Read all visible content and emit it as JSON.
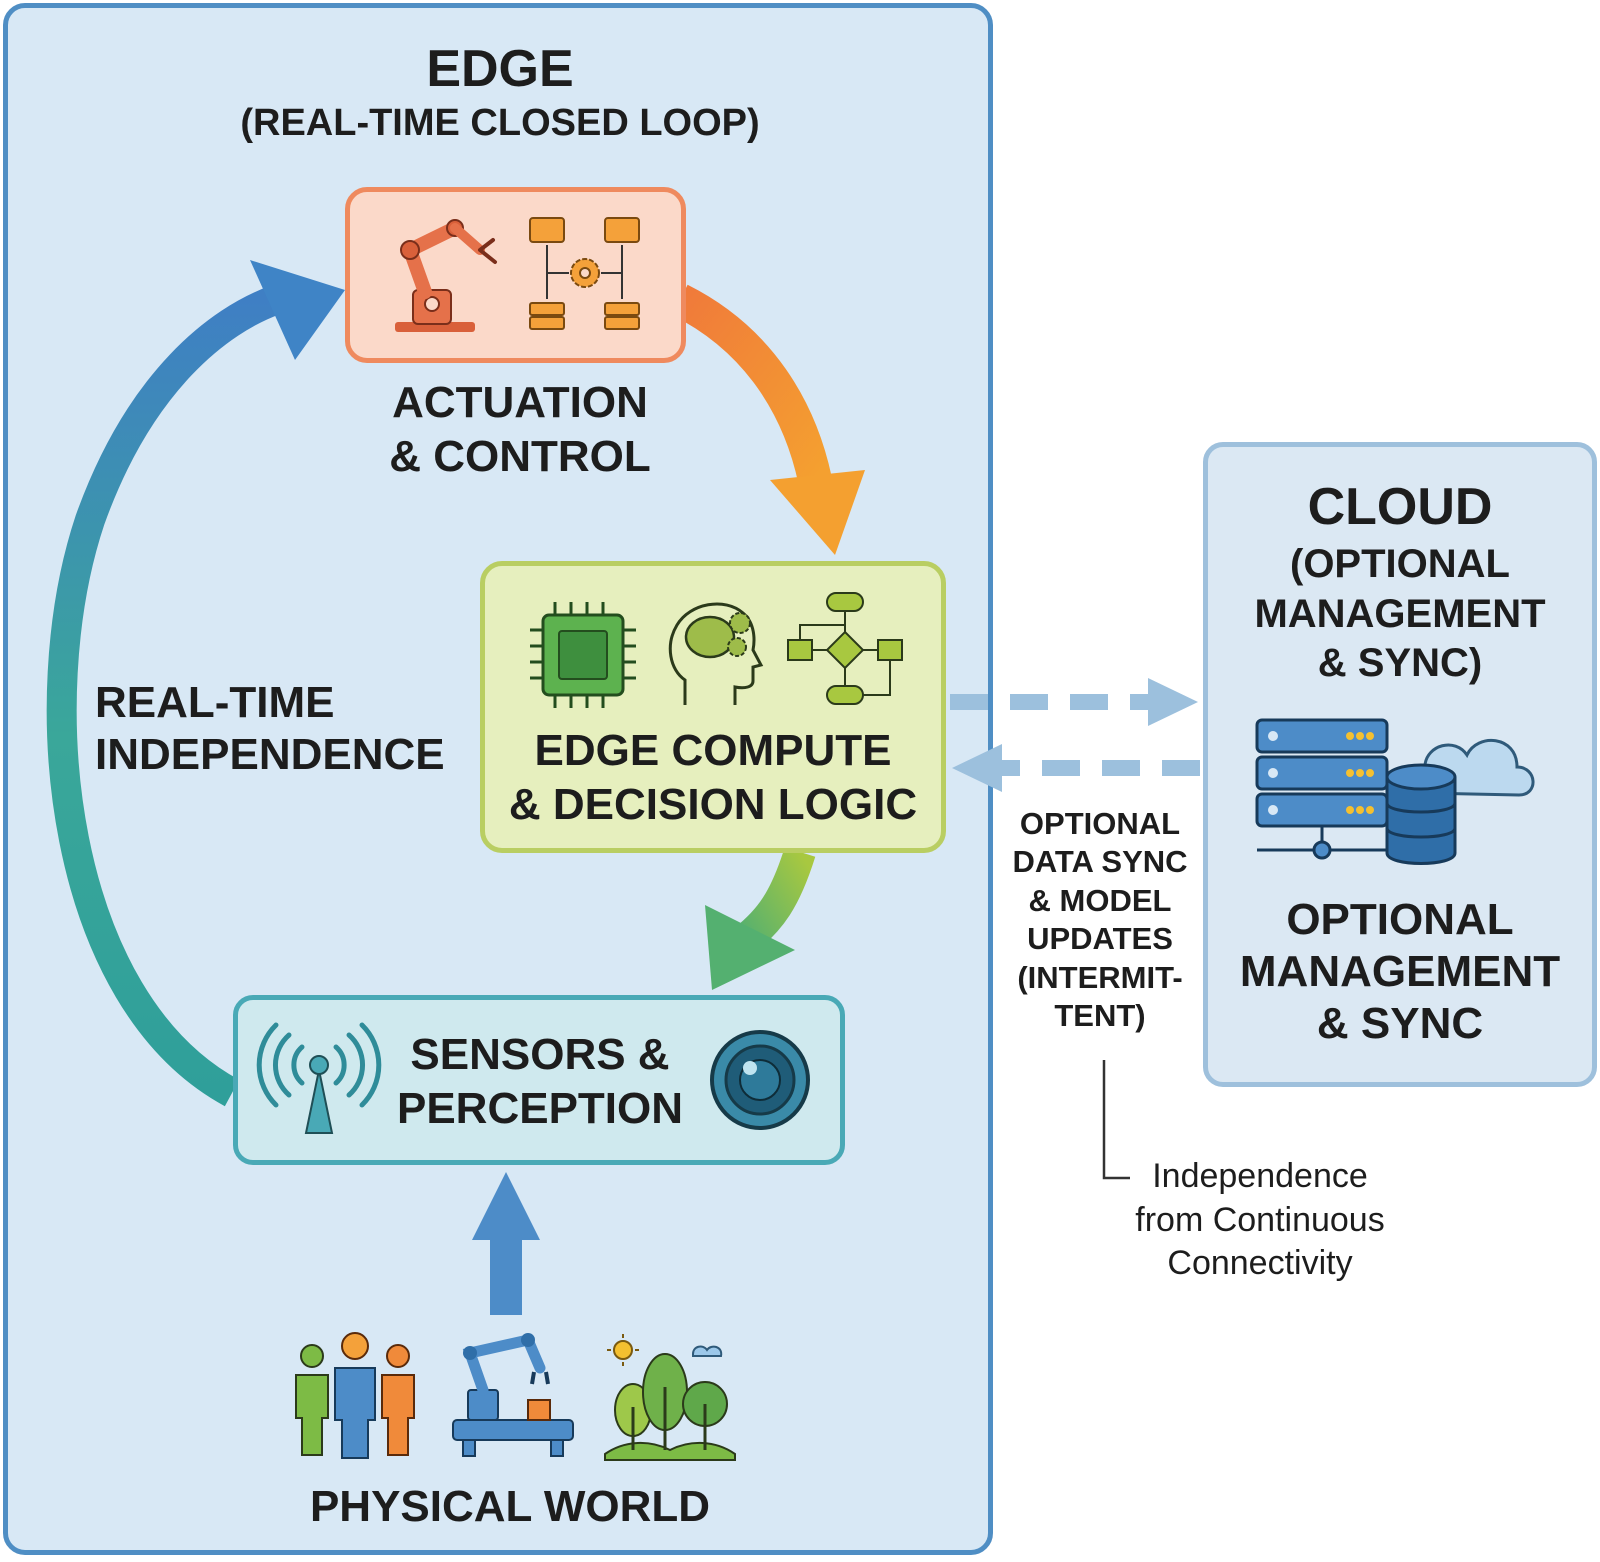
{
  "edge": {
    "title": "EDGE",
    "subtitle": "(REAL-TIME CLOSED LOOP)",
    "loop_label": [
      "REAL-TIME",
      "INDEPENDENCE"
    ]
  },
  "actuation": {
    "label": [
      "ACTUATION",
      "& CONTROL"
    ],
    "icons": [
      "robot-arm-icon",
      "control-network-icon"
    ]
  },
  "compute": {
    "label": [
      "EDGE COMPUTE",
      "& DECISION LOGIC"
    ],
    "icons": [
      "cpu-chip-icon",
      "brain-gears-icon",
      "flowchart-icon"
    ]
  },
  "sensors": {
    "label": [
      "SENSORS &",
      "PERCEPTION"
    ],
    "icons": [
      "antenna-signal-icon",
      "camera-lens-icon"
    ]
  },
  "physical": {
    "label": "PHYSICAL WORLD",
    "icons": [
      "people-icon",
      "factory-robot-icon",
      "nature-icon"
    ]
  },
  "cloud": {
    "title": "CLOUD",
    "subtitle": [
      "(OPTIONAL",
      "MANAGEMENT",
      "& SYNC)"
    ],
    "footer": [
      "OPTIONAL",
      "MANAGEMENT",
      "& SYNC"
    ],
    "icons": [
      "server-rack-icon",
      "database-icon",
      "cloud-icon"
    ]
  },
  "sync_note": [
    "OPTIONAL",
    "DATA SYNC",
    "& MODEL",
    "UPDATES",
    "(INTERMIT-",
    "TENT)"
  ],
  "independence_note": [
    "Independence",
    "from Continuous",
    "Connectivity"
  ],
  "colors": {
    "edge_border": "#4f8ec4",
    "edge_bg": "#d8e8f5",
    "actuation": "#ef8a5e",
    "compute": "#b9ce62",
    "sensors": "#49a9b6",
    "cloud_border": "#9ec0dc",
    "arrow_blue": "#4d8cc8"
  }
}
